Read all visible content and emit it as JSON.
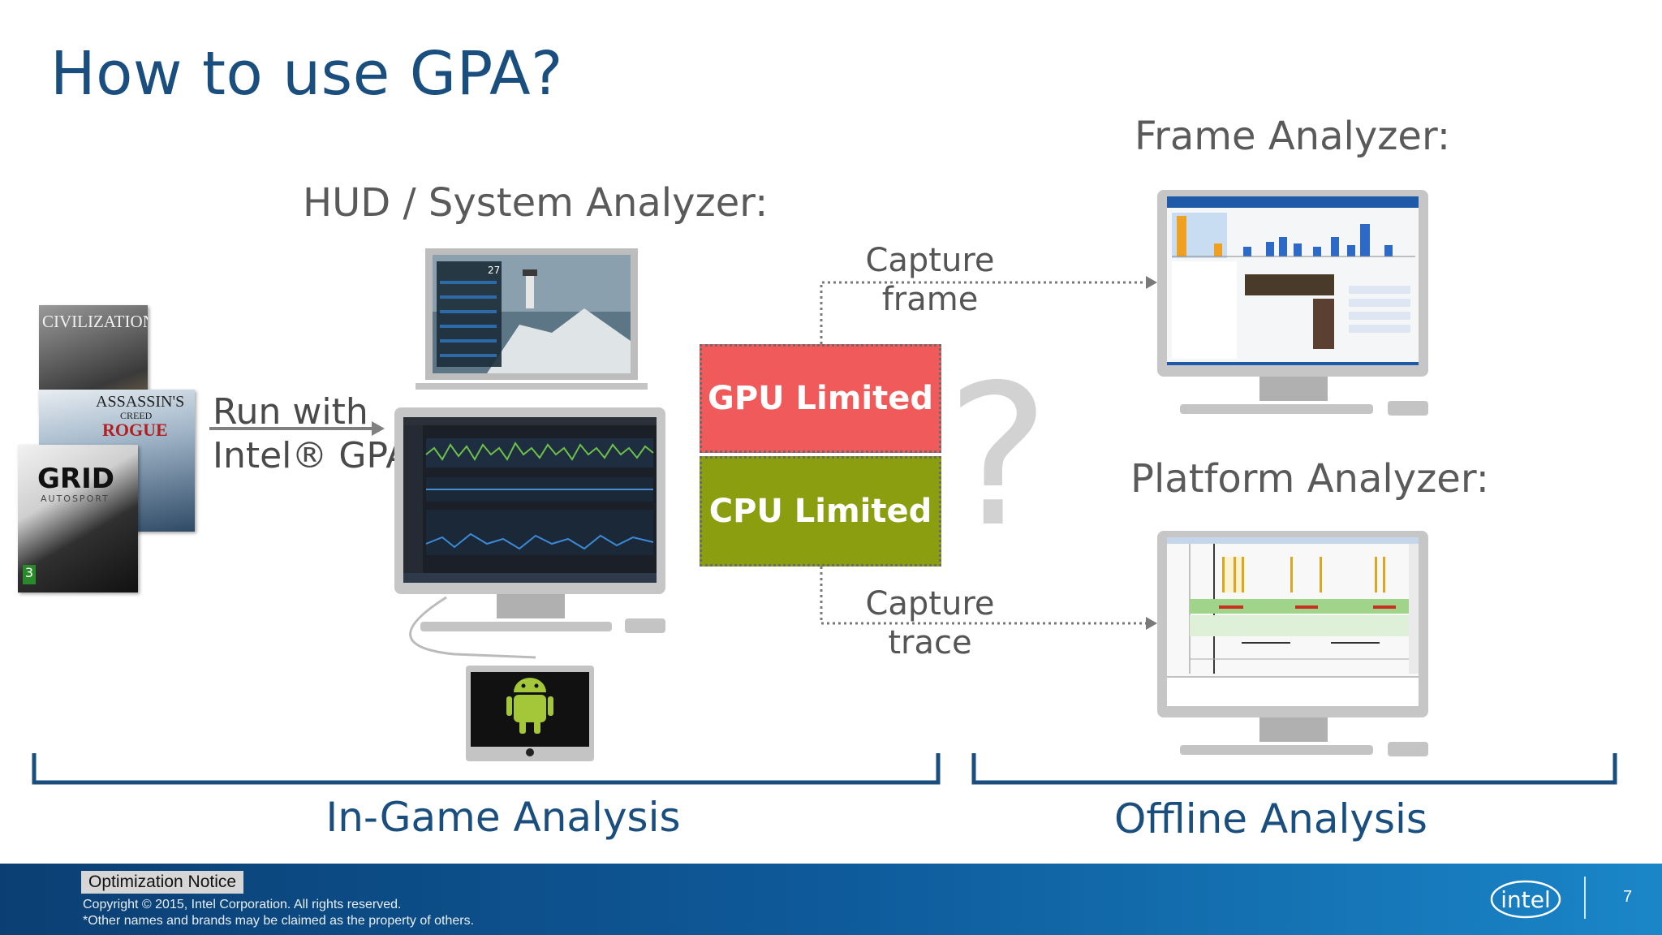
{
  "title": "How to use GPA?",
  "labels": {
    "hud_system": "HUD / System Analyzer:",
    "frame_analyzer": "Frame Analyzer:",
    "platform_analyzer": "Platform Analyzer:",
    "run_with_line1": "Run with",
    "run_with_line2": "Intel® GPA",
    "capture_frame_line1": "Capture",
    "capture_frame_line2": "frame",
    "capture_trace_line1": "Capture",
    "capture_trace_line2": "trace",
    "question": "?"
  },
  "boxes": {
    "gpu": {
      "label": "GPU Limited",
      "color": "#f05a5a"
    },
    "cpu": {
      "label": "CPU Limited",
      "color": "#8a9e10"
    }
  },
  "games": {
    "civ": "CIVILIZATION",
    "ac_line1": "ASSASSIN'S",
    "ac_line2": "CREED",
    "ac_line3": "ROGUE",
    "grid_line1": "GRID",
    "grid_line2": "AUTOSPORT",
    "rating": "3"
  },
  "hud": {
    "fps_value": "27"
  },
  "sections": {
    "in_game": "In-Game Analysis",
    "offline": "Offline Analysis"
  },
  "footer": {
    "notice": "Optimization Notice",
    "copyright": "Copyright © 2015, Intel Corporation. All rights reserved.",
    "trademark": "*Other names and brands may be claimed as the property of others.",
    "logo": "intel",
    "page": "7"
  },
  "colors": {
    "title_blue": "#1a4e7e",
    "gpu_red": "#f05a5a",
    "cpu_green": "#8a9e10",
    "footer_blue": "#0e5a9a"
  }
}
